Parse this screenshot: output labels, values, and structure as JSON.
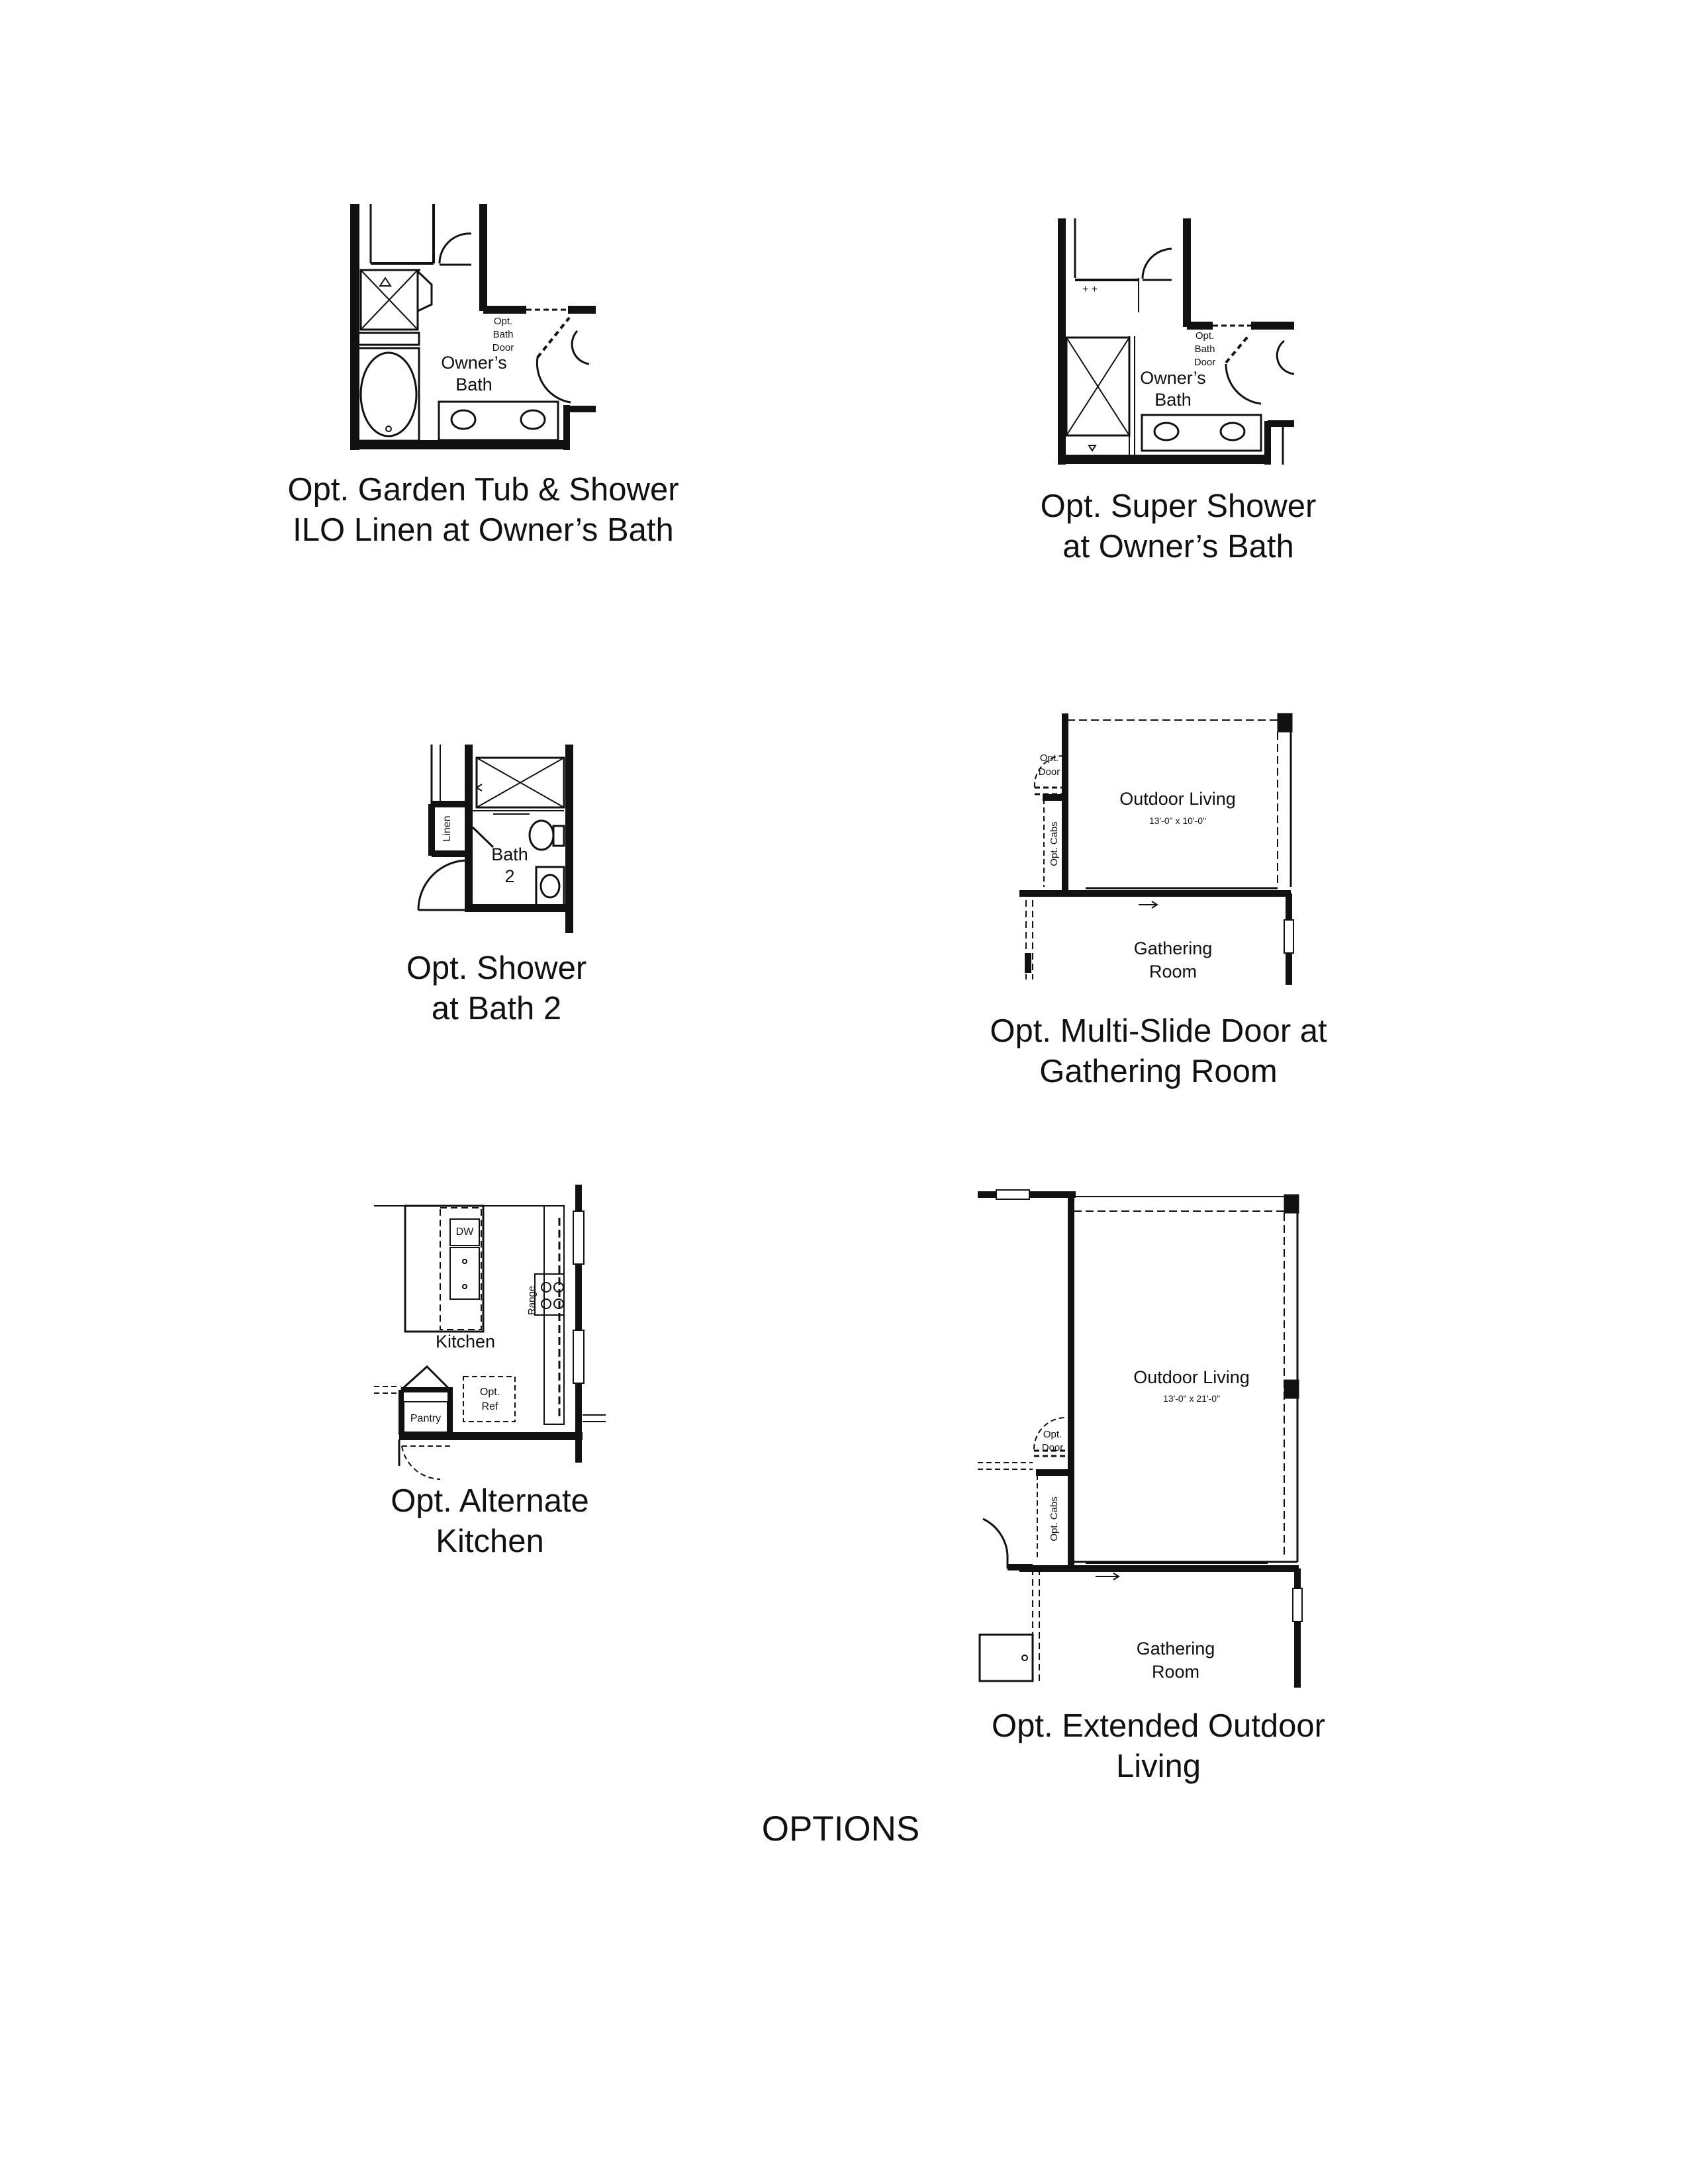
{
  "page": {
    "title": "OPTIONS"
  },
  "options": [
    {
      "caption": [
        "Opt. Garden Tub & Shower",
        "ILO Linen at Owner’s Bath"
      ],
      "rooms": {
        "room": [
          "Owner’s",
          "Bath"
        ],
        "door": [
          "Opt.",
          "Bath",
          "Door"
        ]
      }
    },
    {
      "caption": [
        "Opt. Super Shower",
        "at Owner’s Bath"
      ],
      "rooms": {
        "room": [
          "Owner’s",
          "Bath"
        ],
        "door": [
          "Opt.",
          "Bath",
          "Door"
        ]
      }
    },
    {
      "caption": [
        "Opt. Shower",
        "at Bath 2"
      ],
      "rooms": {
        "room": [
          "Bath",
          "2"
        ],
        "linen": "Linen"
      }
    },
    {
      "caption": [
        "Opt. Multi-Slide Door at",
        "Gathering Room"
      ],
      "rooms": {
        "outdoor": "Outdoor Living",
        "outdoor_dims": "13'-0\" x 10'-0\"",
        "door": [
          "Opt.",
          "Door"
        ],
        "cabs": "Opt. Cabs",
        "gathering": [
          "Gathering",
          "Room"
        ]
      }
    },
    {
      "caption": [
        "Opt. Alternate",
        "Kitchen"
      ],
      "rooms": {
        "kitchen": "Kitchen",
        "dw": "DW",
        "range": "Range",
        "pantry": "Pantry",
        "ref": [
          "Opt.",
          "Ref"
        ]
      }
    },
    {
      "caption": [
        "Opt. Extended Outdoor",
        "Living"
      ],
      "rooms": {
        "outdoor": "Outdoor Living",
        "outdoor_dims": "13'-0\" x 21'-0\"",
        "door": [
          "Opt.",
          "Door"
        ],
        "cabs": "Opt. Cabs",
        "gathering": [
          "Gathering",
          "Room"
        ]
      }
    }
  ]
}
